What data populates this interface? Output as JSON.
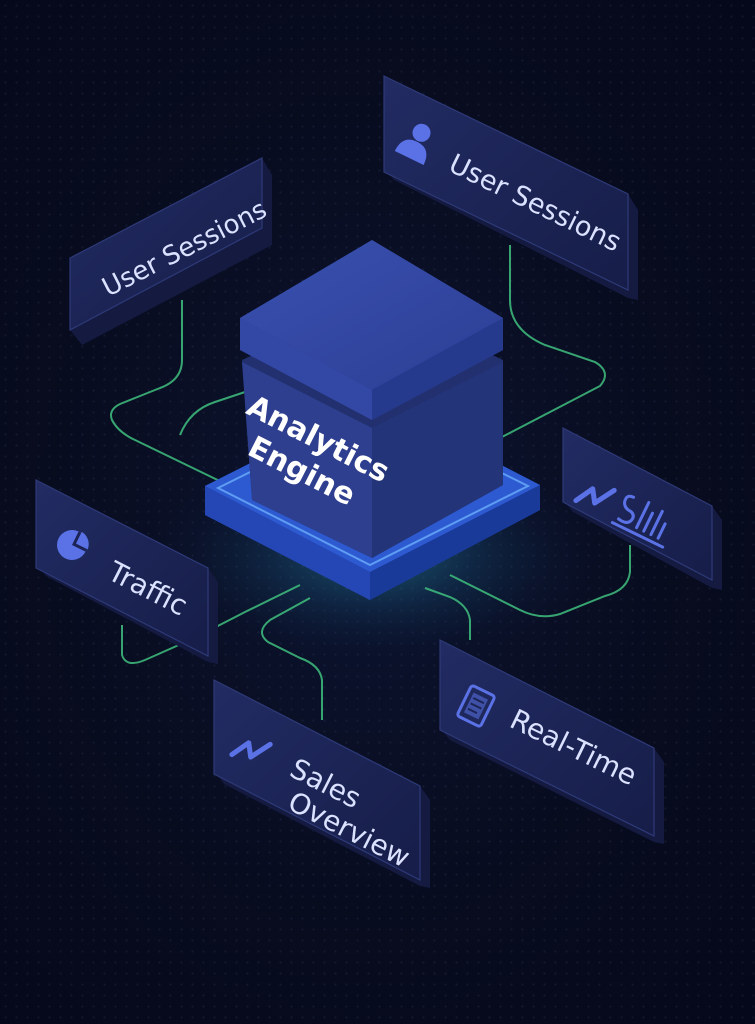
{
  "engine": {
    "line1": "Analytics",
    "line2": "Engine"
  },
  "cards": {
    "top_left": {
      "label": "User Sessions"
    },
    "top_right": {
      "label": "User Sessions",
      "icon": "user-icon"
    },
    "right": {
      "icons": [
        "line-chart-icon",
        "bar-chart-icon"
      ]
    },
    "left": {
      "label": "Traffic",
      "icon": "pie-chart-icon"
    },
    "bottom_center": {
      "line1": "Sales",
      "line2": "Overview",
      "icon": "line-chart-icon"
    },
    "bottom_right": {
      "label": "Real-Time",
      "icon": "document-icon"
    }
  },
  "colors": {
    "background": "#070b1c",
    "card": "#1c2455",
    "connector": "#3fbf7f",
    "cube": "#2c3f95",
    "glow": "#3a8bff",
    "icon": "#5a72e6"
  }
}
